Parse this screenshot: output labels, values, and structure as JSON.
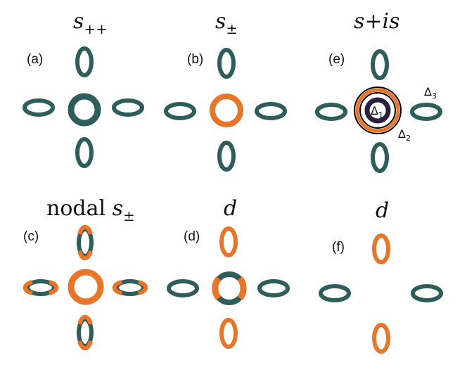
{
  "colors": {
    "teal": "#2e5d5c",
    "orange": "#e8762a",
    "dark_ring": "#2a1f3d",
    "black": "#000000"
  },
  "panels": {
    "a": {
      "label": "(a)",
      "title_main": "s",
      "title_sub": "++"
    },
    "b": {
      "label": "(b)",
      "title_main": "s",
      "title_sub": "±"
    },
    "e": {
      "label": "(e)",
      "title_main": "s+is",
      "title_sub": ""
    },
    "c": {
      "label": "(c)",
      "title_prefix": "nodal ",
      "title_main": "s",
      "title_sub": "±"
    },
    "d": {
      "label": "(d)",
      "title_main": "d",
      "title_sub": ""
    },
    "f": {
      "label": "(f)",
      "title_main": "d",
      "title_sub": ""
    }
  },
  "gaps": {
    "delta1": {
      "symbol": "Δ",
      "index": "1"
    },
    "delta2": {
      "symbol": "Δ",
      "index": "2"
    },
    "delta3": {
      "symbol": "Δ",
      "index": "3"
    }
  }
}
